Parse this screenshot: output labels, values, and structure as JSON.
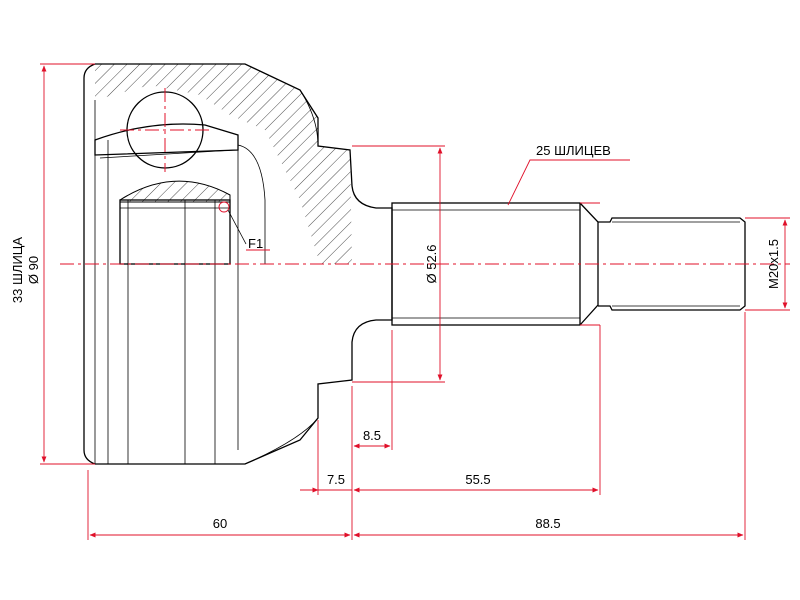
{
  "labels": {
    "outer_splines": "33 ШЛИЦА",
    "outer_diameter": "Ø 90",
    "inner_splines": "25 ШЛИЦЕВ",
    "shaft_diameter": "Ø 52.6",
    "thread": "M20x1.5",
    "feature": "F1",
    "dim_8_5": "8.5",
    "dim_7_5": "7.5",
    "dim_55_5": "55.5",
    "dim_60": "60",
    "dim_88_5": "88.5"
  },
  "colors": {
    "outline": "#000000",
    "dimension": "#e0102a",
    "background": "#ffffff"
  }
}
